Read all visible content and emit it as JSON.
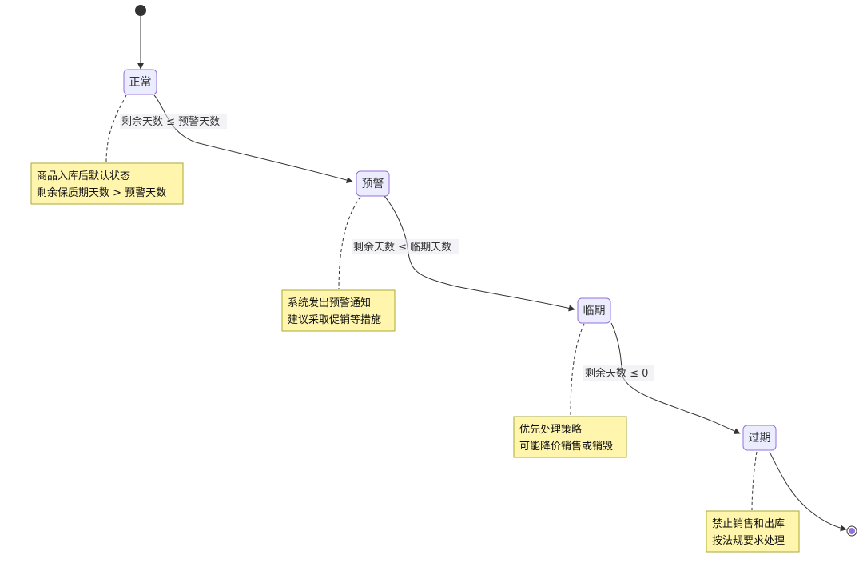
{
  "states": [
    {
      "id": "normal",
      "label": "正常"
    },
    {
      "id": "warning",
      "label": "预警"
    },
    {
      "id": "near_expiry",
      "label": "临期"
    },
    {
      "id": "expired",
      "label": "过期"
    }
  ],
  "transitions": [
    {
      "from": "normal",
      "to": "warning",
      "label": "剩余天数 ≤ 预警天数"
    },
    {
      "from": "warning",
      "to": "near_expiry",
      "label": "剩余天数 ≤ 临期天数"
    },
    {
      "from": "near_expiry",
      "to": "expired",
      "label": "剩余天数 ≤ 0"
    }
  ],
  "notes": [
    {
      "state": "normal",
      "lines": [
        "商品入库后默认状态",
        "剩余保质期天数 > 预警天数"
      ]
    },
    {
      "state": "warning",
      "lines": [
        "系统发出预警通知",
        "建议采取促销等措施"
      ]
    },
    {
      "state": "near_expiry",
      "lines": [
        "优先处理策略",
        "可能降价销售或销毁"
      ]
    },
    {
      "state": "expired",
      "lines": [
        "禁止销售和出库",
        "按法规要求处理"
      ]
    }
  ],
  "colors": {
    "state_fill": "#ECECFF",
    "state_stroke": "#9370DB",
    "note_fill": "#FFF5AD",
    "note_stroke": "#AAAA33",
    "line": "#333333"
  }
}
